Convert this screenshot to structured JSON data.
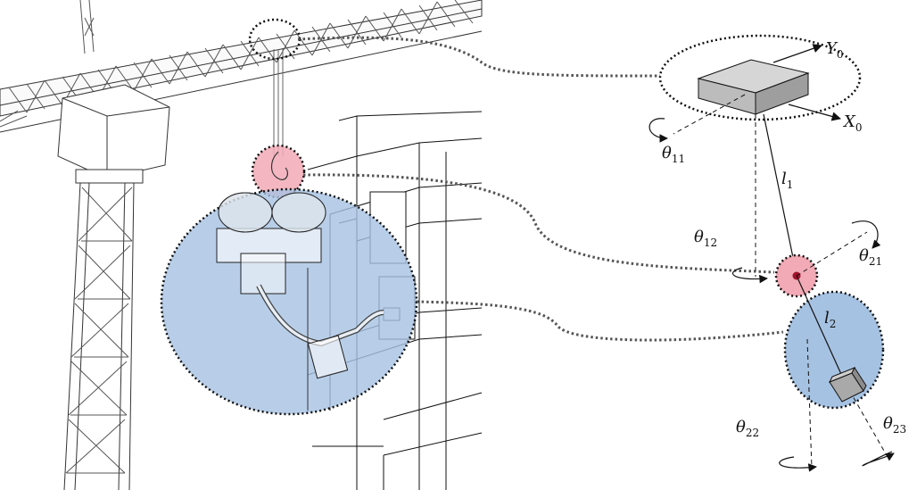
{
  "colors": {
    "pink": "#f2aab6",
    "blue": "#a6c2e2",
    "stroke": "#111111",
    "dashed_link": "#555555",
    "dot": "#a0132a"
  },
  "labels": {
    "y0": {
      "base": "Y",
      "sub": "0"
    },
    "x0": {
      "base": "X",
      "sub": "0"
    },
    "theta11": {
      "base": "θ",
      "sub": "11"
    },
    "l1": {
      "base": "l",
      "sub": "1"
    },
    "theta12": {
      "base": "θ",
      "sub": "12"
    },
    "theta21": {
      "base": "θ",
      "sub": "21"
    },
    "l2": {
      "base": "l",
      "sub": "2"
    },
    "theta22": {
      "base": "θ",
      "sub": "22"
    },
    "theta23": {
      "base": "θ",
      "sub": "23"
    }
  }
}
